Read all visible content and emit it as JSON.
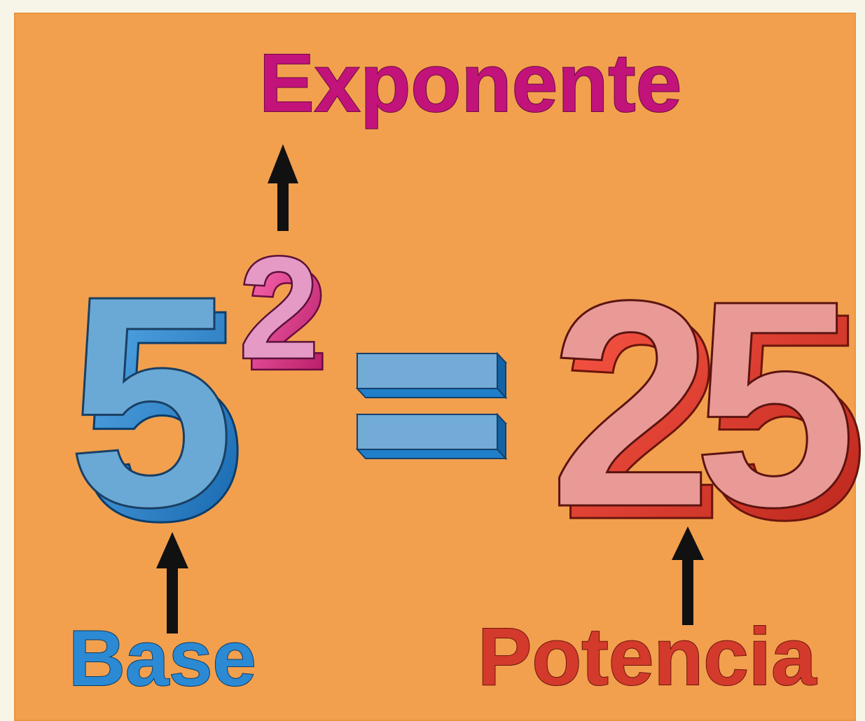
{
  "labels": {
    "exponent": "Exponente",
    "base": "Base",
    "power": "Potencia"
  },
  "equation": {
    "base": "5",
    "exponent": "2",
    "equals": "=",
    "result": "25"
  },
  "colors": {
    "background": "#f2a04e",
    "exponent_label": "#c2137a",
    "base_label": "#2b8ad3",
    "power_label": "#d33a2c",
    "base_digit_face": "#6aa9d6",
    "base_digit_side": "#1f7fc9",
    "exponent_digit_face": "#e59ac6",
    "exponent_digit_side": "#e02a86",
    "result_digit_face": "#e99a97",
    "result_digit_side": "#df3a2f",
    "equals_face": "#71abd6",
    "equals_side": "#1f7fc9",
    "arrow": "#111111"
  }
}
